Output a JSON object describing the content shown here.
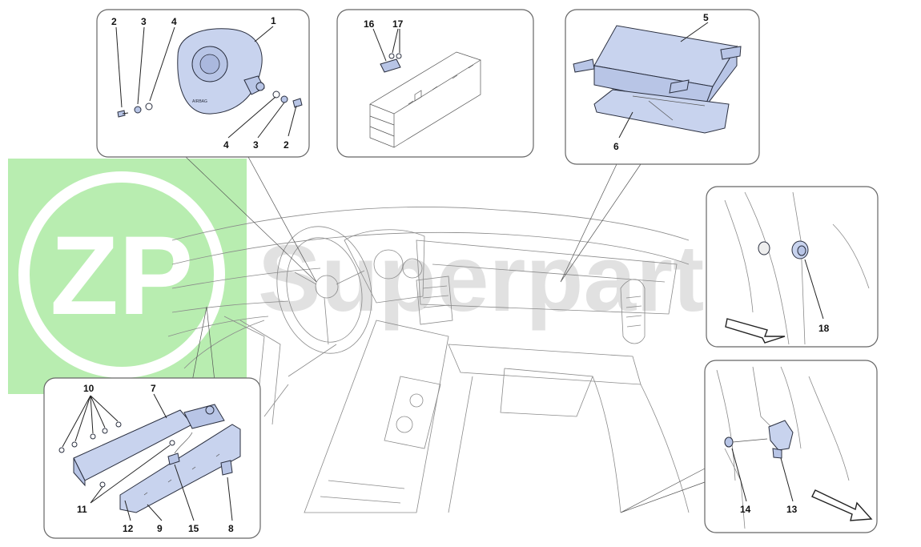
{
  "diagram": {
    "watermark": {
      "brand": "ZP",
      "text": "Superparts",
      "color": "#7dd86b"
    },
    "callouts": [
      {
        "id": "c-2a",
        "label": "2"
      },
      {
        "id": "c-3a",
        "label": "3"
      },
      {
        "id": "c-4a",
        "label": "4"
      },
      {
        "id": "c-1",
        "label": "1"
      },
      {
        "id": "c-4b",
        "label": "4"
      },
      {
        "id": "c-3b",
        "label": "3"
      },
      {
        "id": "c-2b",
        "label": "2"
      },
      {
        "id": "c-16",
        "label": "16"
      },
      {
        "id": "c-17",
        "label": "17"
      },
      {
        "id": "c-5",
        "label": "5"
      },
      {
        "id": "c-6",
        "label": "6"
      },
      {
        "id": "c-18",
        "label": "18"
      },
      {
        "id": "c-10",
        "label": "10"
      },
      {
        "id": "c-7",
        "label": "7"
      },
      {
        "id": "c-11",
        "label": "11"
      },
      {
        "id": "c-12",
        "label": "12"
      },
      {
        "id": "c-9",
        "label": "9"
      },
      {
        "id": "c-15",
        "label": "15"
      },
      {
        "id": "c-8",
        "label": "8"
      },
      {
        "id": "c-14",
        "label": "14"
      },
      {
        "id": "c-13",
        "label": "13"
      }
    ],
    "airbag_badge": "AIRBAG",
    "colors": {
      "part_fill": "#c8d3ee",
      "outline": "#2a2f3f",
      "panel_border": "#666666"
    }
  }
}
